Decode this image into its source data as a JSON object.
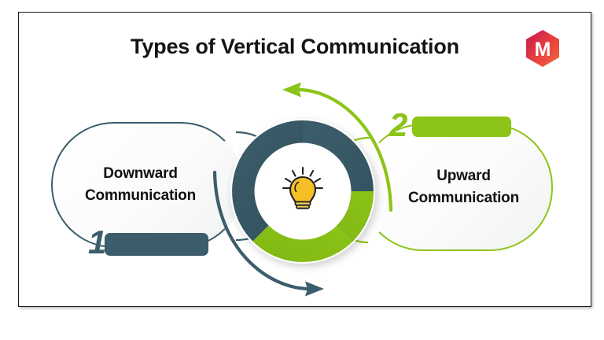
{
  "page": {
    "title": "Types of Vertical Communication",
    "background": "#ffffff"
  },
  "brand": {
    "logo_letter": "M",
    "logo_shape": "hexagon",
    "gradient_from": "#c6184e",
    "gradient_to": "#f4683c"
  },
  "palette": {
    "teal": "#3c5d6b",
    "green": "#8cc417",
    "bulb_yellow": "#f7bf27",
    "outline_dark": "#2b2b2b",
    "frame": "#1b1b1b"
  },
  "center": {
    "icon": "lightbulb-icon",
    "ring_top_color": "#3c5d6b",
    "ring_bottom_color": "#8cc417"
  },
  "arrows": [
    {
      "name": "upward-arrow",
      "color": "#8cc417",
      "direction": "left",
      "position": "top"
    },
    {
      "name": "downward-arrow",
      "color": "#3c5d6b",
      "direction": "right",
      "position": "bottom"
    }
  ],
  "items": [
    {
      "number": "1",
      "label_line1": "Downward",
      "label_line2": "Communication",
      "color": "#3c5d6b",
      "side": "left"
    },
    {
      "number": "2",
      "label_line1": "Upward",
      "label_line2": "Communication",
      "color": "#8cc417",
      "side": "right"
    }
  ]
}
